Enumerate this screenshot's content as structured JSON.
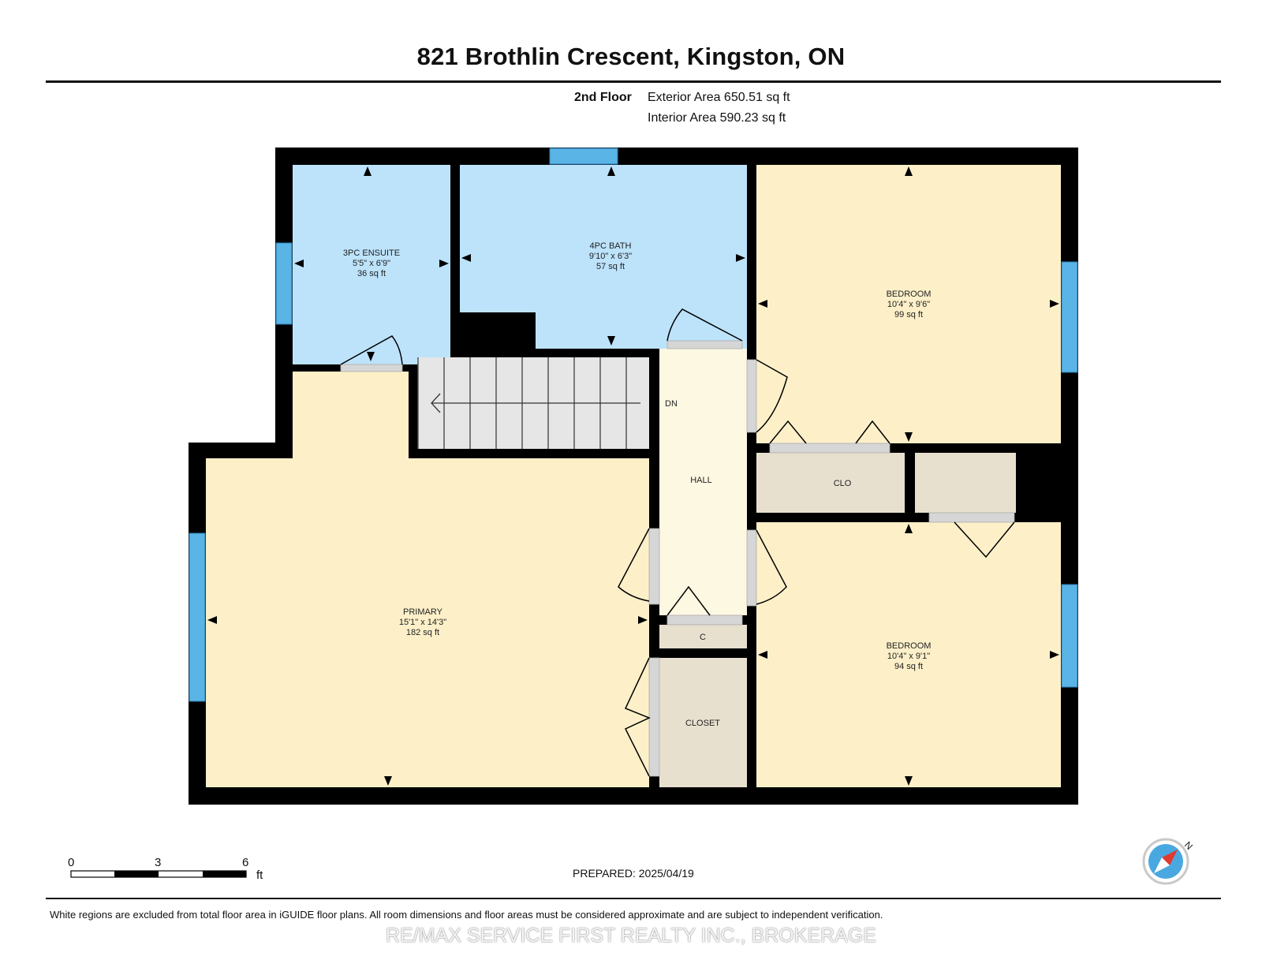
{
  "header": {
    "title": "821 Brothlin Crescent, Kingston, ON",
    "floor": "2nd Floor",
    "exterior_area": "Exterior Area 650.51 sq ft",
    "interior_area": "Interior Area 590.23 sq ft"
  },
  "rooms": {
    "ensuite": {
      "name": "3PC ENSUITE",
      "dims": "5'5\" x 6'9\"",
      "area": "36 sq ft"
    },
    "bath": {
      "name": "4PC BATH",
      "dims": "9'10\" x 6'3\"",
      "area": "57 sq ft"
    },
    "bedroom1": {
      "name": "BEDROOM",
      "dims": "10'4\" x 9'6\"",
      "area": "99 sq ft"
    },
    "bedroom2": {
      "name": "BEDROOM",
      "dims": "10'4\" x 9'1\"",
      "area": "94 sq ft"
    },
    "primary": {
      "name": "PRIMARY",
      "dims": "15'1\" x 14'3\"",
      "area": "182 sq ft"
    },
    "hall": {
      "name": "HALL"
    },
    "clo": {
      "name": "CLO"
    },
    "c": {
      "name": "C"
    },
    "closet": {
      "name": "CLOSET"
    },
    "stairs": {
      "name": "DN"
    }
  },
  "scale_bar": {
    "labels": [
      "0",
      "3",
      "6"
    ],
    "unit": "ft"
  },
  "compass": {
    "label": "N",
    "icon": "compass-icon"
  },
  "footer": {
    "prepared": "PREPARED: 2025/04/19",
    "disclaimer": "White regions are excluded from total floor area in iGUIDE floor plans. All room dimensions and floor areas must be considered approximate and are subject to independent verification.",
    "watermark": "RE/MAX SERVICE FIRST REALTY INC., BROKERAGE"
  },
  "colors": {
    "wall": "#000000",
    "bath": "#bde3fb",
    "room": "#fdf0c9",
    "hall": "#fdf8e2",
    "closet": "#e8e0cf",
    "stairs": "#e6e6e6",
    "window": "#5ab4e6",
    "door": "#d6d6d6"
  }
}
